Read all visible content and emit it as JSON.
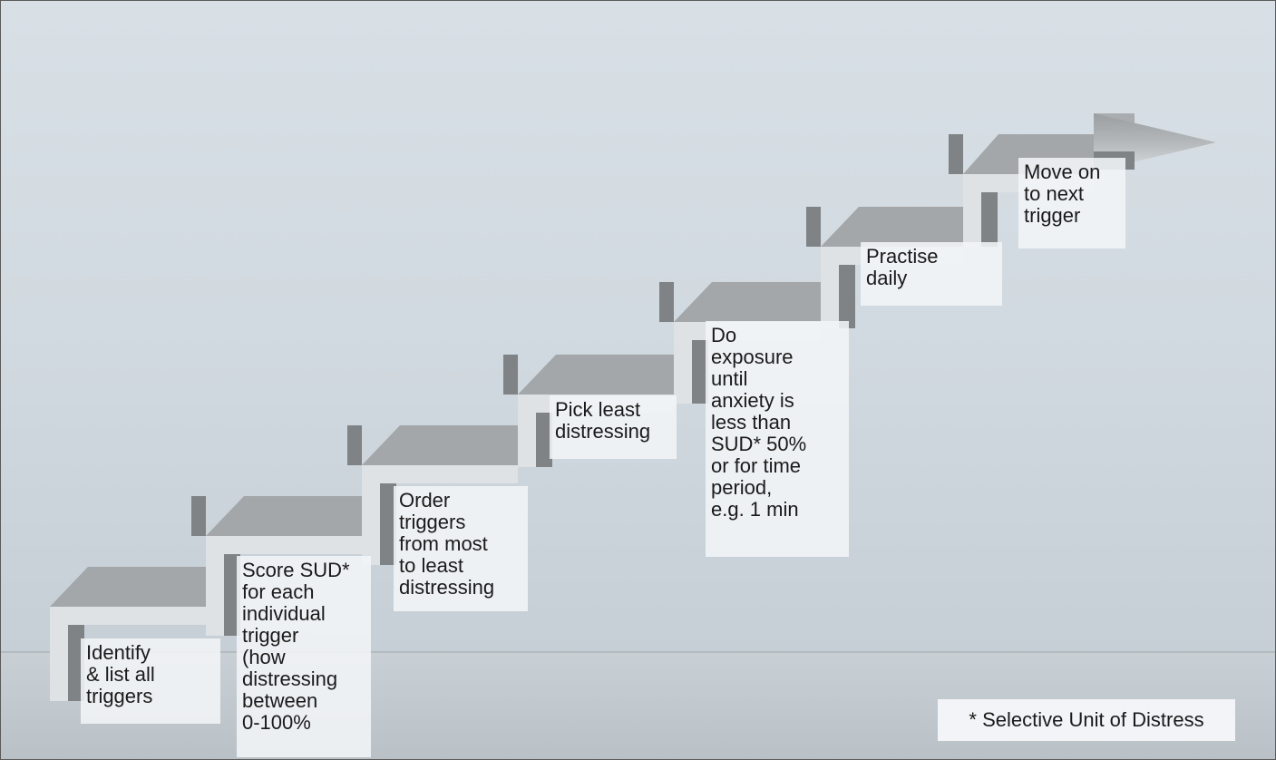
{
  "steps": [
    {
      "id": "identify",
      "text": "Identify\n& list all\ntriggers"
    },
    {
      "id": "score",
      "text": "Score SUD*\nfor each\nindividual\ntrigger\n(how\ndistressing\nbetween\n0-100%"
    },
    {
      "id": "order",
      "text": "Order\ntriggers\nfrom most\nto least\ndistressing"
    },
    {
      "id": "pick",
      "text": "Pick least\ndistressing"
    },
    {
      "id": "exposure",
      "text": "Do\nexposure\nuntil\nanxiety is\nless than\nSUD* 50%\nor for time\nperiod,\ne.g. 1 min"
    },
    {
      "id": "practise",
      "text": "Practise\ndaily"
    },
    {
      "id": "move-on",
      "text": "Move on\nto next\ntrigger"
    }
  ],
  "footnote": "* Selective Unit of Distress",
  "colors": {
    "wall_top": "#d7dfe5",
    "wall_bottom": "#c5ced5",
    "floor": "#c3cbd1",
    "stair_top": "#a2a6a9",
    "stair_riser": "#dde0e2",
    "stair_shadow": "#7e8285",
    "label_bg": "#f3f5f7"
  }
}
